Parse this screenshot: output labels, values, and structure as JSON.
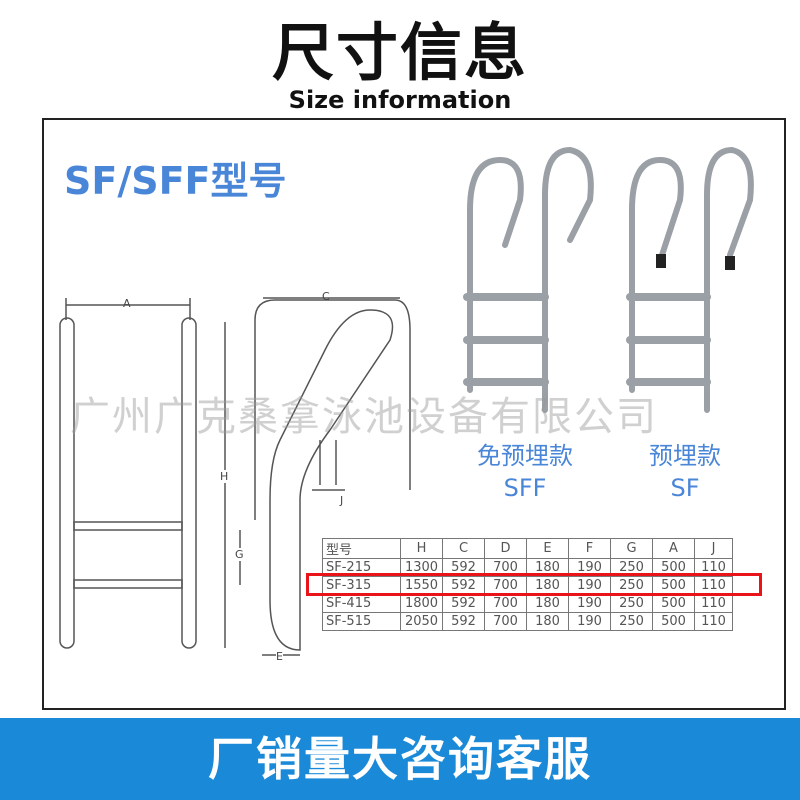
{
  "title": "尺寸信息",
  "subtitle": "Size information",
  "model_label": "SF/SFF型号",
  "watermark": "广州广克桑拿泳池设备有限公司",
  "variants": [
    {
      "name": "免预埋款",
      "code": "SFF"
    },
    {
      "name": "预埋款",
      "code": "SF"
    }
  ],
  "dims": {
    "A": "A",
    "C": "C",
    "H": "H",
    "G": "G",
    "E": "E",
    "J": "J"
  },
  "table": {
    "headers": [
      "型号",
      "H",
      "C",
      "D",
      "E",
      "F",
      "G",
      "A",
      "J"
    ],
    "rows": [
      [
        "SF-215",
        "1300",
        "592",
        "700",
        "180",
        "190",
        "250",
        "500",
        "110"
      ],
      [
        "SF-315",
        "1550",
        "592",
        "700",
        "180",
        "190",
        "250",
        "500",
        "110"
      ],
      [
        "SF-415",
        "1800",
        "592",
        "700",
        "180",
        "190",
        "250",
        "500",
        "110"
      ],
      [
        "SF-515",
        "2050",
        "592",
        "700",
        "180",
        "190",
        "250",
        "500",
        "110"
      ]
    ],
    "highlighted_row": 1
  },
  "banner": "厂销量大咨询客服",
  "colors": {
    "accent": "#4a86d8",
    "banner": "#1a8ad8",
    "highlight": "#e8141a"
  }
}
